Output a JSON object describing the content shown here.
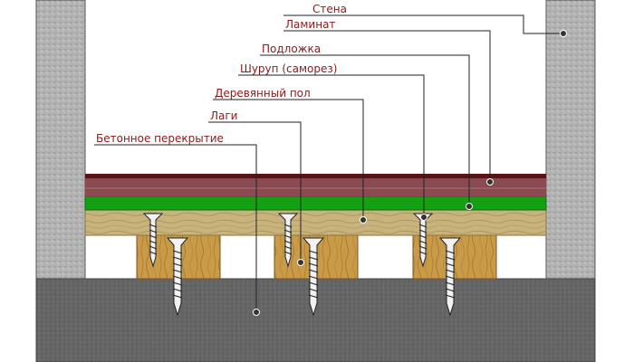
{
  "colors": {
    "label_text": "#8b1a1a",
    "leader_line": "#222222",
    "wall": "#b9b9b9",
    "concrete": "#666666",
    "laminate": "#5a1416",
    "laminate_face": "#8a4a52",
    "underlay": "#13a113",
    "wood_floor": "#c8b27a",
    "joist": "#c79a48",
    "screw": "#f2f2f2"
  },
  "labels": {
    "wall": "Стена",
    "laminate": "Ламинат",
    "underlay": "Подложка",
    "screw": "Шуруп (саморез)",
    "wood_floor": "Деревянный пол",
    "joists": "Лаги",
    "concrete_slab": "Бетонное перекрытие"
  }
}
